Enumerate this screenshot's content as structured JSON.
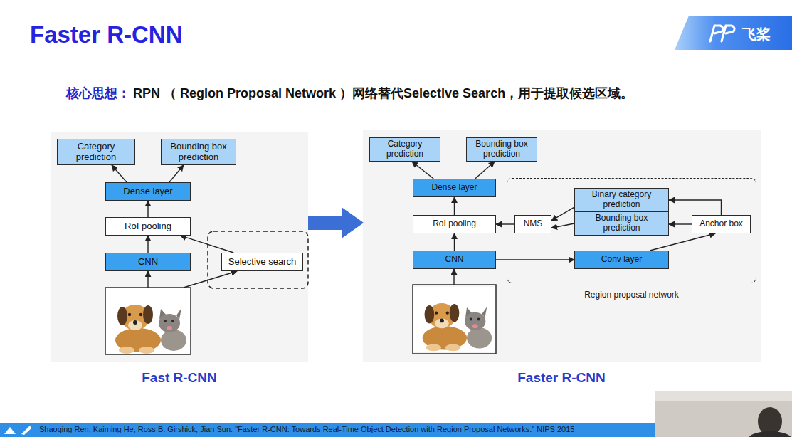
{
  "diagram": {
    "title": "Faster R-CNN",
    "nodes": [
      {
        "text": [
          "Category prediction"
        ]
      },
      {
        "text": [
          "Bounding box prediction"
        ]
      },
      {
        "text": [
          "Dense layer"
        ]
      },
      {
        "text": [
          "RoI pooling"
        ]
      },
      {
        "text": [
          "CNN"
        ]
      },
      {
        "text": [
          "Selective search"
        ]
      },
      {
        "text": [
          "Category prediction"
        ]
      },
      {
        "text": [
          "Bounding box prediction"
        ]
      },
      {
        "text": [
          "Dense layer"
        ]
      },
      {
        "text": [
          "RoI pooling"
        ]
      },
      {
        "text": [
          "CNN"
        ]
      },
      {
        "text": [
          "Region proposal network"
        ]
      },
      {
        "text": [
          "Binary category prediction"
        ],
        "in": 11
      },
      {
        "text": [
          "Bounding box prediction"
        ],
        "in": 11
      },
      {
        "text": [
          "NMS"
        ],
        "in": 11
      },
      {
        "text": [
          "Anchor box"
        ],
        "in": 11
      },
      {
        "text": [
          "Conv layer"
        ],
        "in": 11
      }
    ],
    "edges": [
      {
        "from": 4,
        "to": 3,
        "arrow": "to"
      },
      {
        "from": 3,
        "to": 2,
        "arrow": "to"
      },
      {
        "from": 2,
        "to": 0,
        "arrow": "to"
      },
      {
        "from": 2,
        "to": 1,
        "arrow": "to"
      },
      {
        "from": 5,
        "to": 3,
        "arrow": "to"
      },
      {
        "from": 10,
        "to": 9,
        "arrow": "to"
      },
      {
        "from": 9,
        "to": 8,
        "arrow": "to"
      },
      {
        "from": 8,
        "to": 6,
        "arrow": "to"
      },
      {
        "from": 8,
        "to": 7,
        "arrow": "to"
      },
      {
        "from": 10,
        "to": 16,
        "arrow": "to"
      },
      {
        "from": 16,
        "to": 15,
        "arrow": "to"
      },
      {
        "from": 15,
        "to": 12,
        "arrow": "to"
      },
      {
        "from": 15,
        "to": 13,
        "arrow": "to"
      },
      {
        "from": 12,
        "to": 14,
        "arrow": "to"
      },
      {
        "from": 13,
        "to": 14,
        "arrow": "to"
      },
      {
        "from": 14,
        "to": 9,
        "arrow": "to"
      }
    ],
    "labels": [
      "飞桨",
      "核心思想：",
      "RPN （ Region Proposal Network ）网络替代Selective Search，用于提取候选区域。",
      "Fast R-CNN",
      "Faster R-CNN",
      "Shaoqing Ren, Kaiming He, Ross B. Girshick, Jian Sun. \"Faster R-CNN: Towards Real-Time Object Detection with Region Proposal Networks.\" NIPS 2015"
    ]
  }
}
